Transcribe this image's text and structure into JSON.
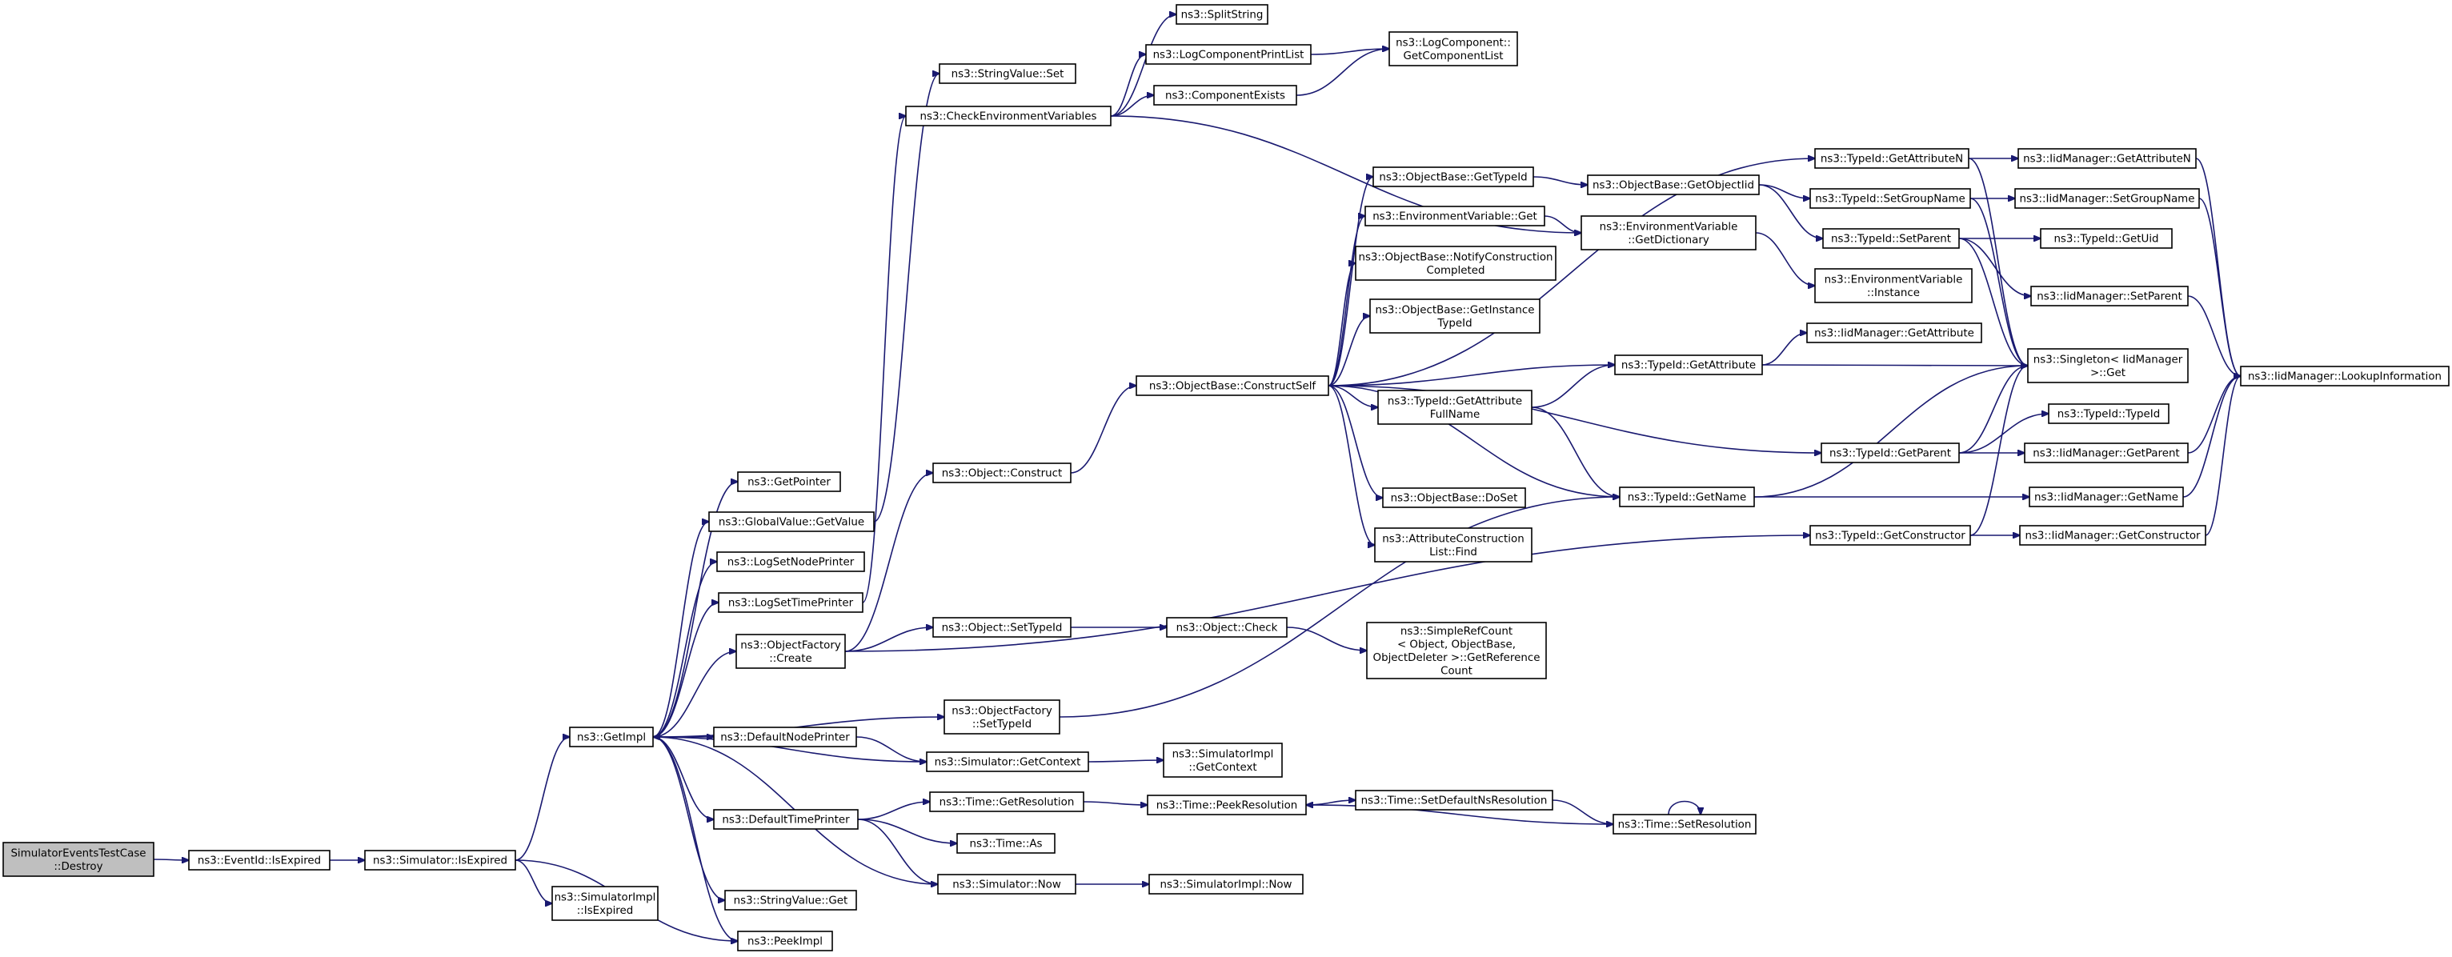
{
  "colors": {
    "edge": "#191970",
    "root_fill": "#bfbfbf",
    "node_fill": "#ffffff",
    "node_border": "#000000"
  },
  "nodes": [
    {
      "id": "root",
      "lines": [
        "SimulatorEventsTestCase",
        "::Destroy"
      ]
    },
    {
      "id": "eventid_isexpired",
      "lines": [
        "ns3::EventId::IsExpired"
      ]
    },
    {
      "id": "simulator_isexpired",
      "lines": [
        "ns3::Simulator::IsExpired"
      ]
    },
    {
      "id": "getimpl",
      "lines": [
        "ns3::GetImpl"
      ]
    },
    {
      "id": "simimpl_isexpired",
      "lines": [
        "ns3::SimulatorImpl",
        "::IsExpired"
      ]
    },
    {
      "id": "peekimpl",
      "lines": [
        "ns3::PeekImpl"
      ]
    },
    {
      "id": "getpointer",
      "lines": [
        "ns3::GetPointer"
      ]
    },
    {
      "id": "globalvalue_getvalue",
      "lines": [
        "ns3::GlobalValue::GetValue"
      ]
    },
    {
      "id": "logsetnodeprinter",
      "lines": [
        "ns3::LogSetNodePrinter"
      ]
    },
    {
      "id": "logsettimeprinter",
      "lines": [
        "ns3::LogSetTimePrinter"
      ]
    },
    {
      "id": "objectfactory_create",
      "lines": [
        "ns3::ObjectFactory",
        "::Create"
      ]
    },
    {
      "id": "defaultnodeprinter",
      "lines": [
        "ns3::DefaultNodePrinter"
      ]
    },
    {
      "id": "defaulttimeprinter",
      "lines": [
        "ns3::DefaultTimePrinter"
      ]
    },
    {
      "id": "stringvalue_get",
      "lines": [
        "ns3::StringValue::Get"
      ]
    },
    {
      "id": "stringvalue_set",
      "lines": [
        "ns3::StringValue::Set"
      ]
    },
    {
      "id": "checkenv",
      "lines": [
        "ns3::CheckEnvironmentVariables"
      ]
    },
    {
      "id": "object_construct",
      "lines": [
        "ns3::Object::Construct"
      ]
    },
    {
      "id": "object_settypeid",
      "lines": [
        "ns3::Object::SetTypeId"
      ]
    },
    {
      "id": "objectfactory_settypeid",
      "lines": [
        "ns3::ObjectFactory",
        "::SetTypeId"
      ]
    },
    {
      "id": "simulator_getcontext",
      "lines": [
        "ns3::Simulator::GetContext"
      ]
    },
    {
      "id": "time_getresolution",
      "lines": [
        "ns3::Time::GetResolution"
      ]
    },
    {
      "id": "time_as",
      "lines": [
        "ns3::Time::As"
      ]
    },
    {
      "id": "simulator_now",
      "lines": [
        "ns3::Simulator::Now"
      ]
    },
    {
      "id": "splitstring",
      "lines": [
        "ns3::SplitString"
      ]
    },
    {
      "id": "logcomponentprintlist",
      "lines": [
        "ns3::LogComponentPrintList"
      ]
    },
    {
      "id": "componentexists",
      "lines": [
        "ns3::ComponentExists"
      ]
    },
    {
      "id": "logcomponent_getlist",
      "lines": [
        "ns3::LogComponent::",
        "GetComponentList"
      ]
    },
    {
      "id": "objectbase_constructself",
      "lines": [
        "ns3::ObjectBase::ConstructSelf"
      ]
    },
    {
      "id": "object_check",
      "lines": [
        "ns3::Object::Check"
      ]
    },
    {
      "id": "simimpl_getcontext",
      "lines": [
        "ns3::SimulatorImpl",
        "::GetContext"
      ]
    },
    {
      "id": "time_peekresolution",
      "lines": [
        "ns3::Time::PeekResolution"
      ]
    },
    {
      "id": "simimpl_now",
      "lines": [
        "ns3::SimulatorImpl::Now"
      ]
    },
    {
      "id": "objectbase_gettypeid",
      "lines": [
        "ns3::ObjectBase::GetTypeId"
      ]
    },
    {
      "id": "envvar_get",
      "lines": [
        "ns3::EnvironmentVariable::Get"
      ]
    },
    {
      "id": "objectbase_notify",
      "lines": [
        "ns3::ObjectBase::NotifyConstruction",
        "Completed"
      ]
    },
    {
      "id": "objectbase_getinstance",
      "lines": [
        "ns3::ObjectBase::GetInstance",
        "TypeId"
      ]
    },
    {
      "id": "typeid_getattrfullname",
      "lines": [
        "ns3::TypeId::GetAttribute",
        "FullName"
      ]
    },
    {
      "id": "objectbase_doset",
      "lines": [
        "ns3::ObjectBase::DoSet"
      ]
    },
    {
      "id": "attrconstruction_find",
      "lines": [
        "ns3::AttributeConstruction",
        "List::Find"
      ]
    },
    {
      "id": "simplerefcount",
      "lines": [
        "ns3::SimpleRefCount",
        "< Object, ObjectBase,",
        "ObjectDeleter >::GetReference",
        "Count"
      ]
    },
    {
      "id": "time_setdefaultns",
      "lines": [
        "ns3::Time::SetDefaultNsResolution"
      ]
    },
    {
      "id": "objectbase_getobjectiid",
      "lines": [
        "ns3::ObjectBase::GetObjectIid"
      ]
    },
    {
      "id": "envvar_getdictionary",
      "lines": [
        "ns3::EnvironmentVariable",
        "::GetDictionary"
      ]
    },
    {
      "id": "typeid_getattribute",
      "lines": [
        "ns3::TypeId::GetAttribute"
      ]
    },
    {
      "id": "typeid_getname",
      "lines": [
        "ns3::TypeId::GetName"
      ]
    },
    {
      "id": "time_setresolution",
      "lines": [
        "ns3::Time::SetResolution"
      ]
    },
    {
      "id": "typeid_getattributen",
      "lines": [
        "ns3::TypeId::GetAttributeN"
      ]
    },
    {
      "id": "typeid_setgroupname",
      "lines": [
        "ns3::TypeId::SetGroupName"
      ]
    },
    {
      "id": "typeid_setparent",
      "lines": [
        "ns3::TypeId::SetParent"
      ]
    },
    {
      "id": "envvar_instance",
      "lines": [
        "ns3::EnvironmentVariable",
        "::Instance"
      ]
    },
    {
      "id": "iidmanager_getattribute",
      "lines": [
        "ns3::IidManager::GetAttribute"
      ]
    },
    {
      "id": "typeid_getparent",
      "lines": [
        "ns3::TypeId::GetParent"
      ]
    },
    {
      "id": "typeid_getconstructor",
      "lines": [
        "ns3::TypeId::GetConstructor"
      ]
    },
    {
      "id": "iidmanager_getattributen",
      "lines": [
        "ns3::IidManager::GetAttributeN"
      ]
    },
    {
      "id": "iidmanager_setgroupname",
      "lines": [
        "ns3::IidManager::SetGroupName"
      ]
    },
    {
      "id": "typeid_getuid",
      "lines": [
        "ns3::TypeId::GetUid"
      ]
    },
    {
      "id": "iidmanager_setparent",
      "lines": [
        "ns3::IidManager::SetParent"
      ]
    },
    {
      "id": "singleton_get",
      "lines": [
        "ns3::Singleton< IidManager",
        ">::Get"
      ]
    },
    {
      "id": "typeid_typeid",
      "lines": [
        "ns3::TypeId::TypeId"
      ]
    },
    {
      "id": "iidmanager_getparent",
      "lines": [
        "ns3::IidManager::GetParent"
      ]
    },
    {
      "id": "iidmanager_getname",
      "lines": [
        "ns3::IidManager::GetName"
      ]
    },
    {
      "id": "iidmanager_getconstructor",
      "lines": [
        "ns3::IidManager::GetConstructor"
      ]
    },
    {
      "id": "iidmanager_lookup",
      "lines": [
        "ns3::IidManager::LookupInformation"
      ]
    }
  ],
  "edges": [
    [
      "root",
      "eventid_isexpired"
    ],
    [
      "eventid_isexpired",
      "simulator_isexpired"
    ],
    [
      "simulator_isexpired",
      "getimpl"
    ],
    [
      "simulator_isexpired",
      "simimpl_isexpired"
    ],
    [
      "simulator_isexpired",
      "peekimpl"
    ],
    [
      "getimpl",
      "getpointer"
    ],
    [
      "getimpl",
      "globalvalue_getvalue"
    ],
    [
      "getimpl",
      "logsetnodeprinter"
    ],
    [
      "getimpl",
      "logsettimeprinter"
    ],
    [
      "getimpl",
      "objectfactory_create"
    ],
    [
      "getimpl",
      "objectfactory_settypeid"
    ],
    [
      "getimpl",
      "defaultnodeprinter"
    ],
    [
      "getimpl",
      "defaulttimeprinter"
    ],
    [
      "getimpl",
      "stringvalue_get"
    ],
    [
      "getimpl",
      "peekimpl"
    ],
    [
      "globalvalue_getvalue",
      "stringvalue_set"
    ],
    [
      "logsettimeprinter",
      "checkenv"
    ],
    [
      "objectfactory_create",
      "object_construct"
    ],
    [
      "objectfactory_create",
      "object_settypeid"
    ],
    [
      "objectfactory_create",
      "typeid_getconstructor"
    ],
    [
      "defaultnodeprinter",
      "simulator_getcontext"
    ],
    [
      "defaulttimeprinter",
      "time_getresolution"
    ],
    [
      "defaulttimeprinter",
      "time_as"
    ],
    [
      "defaulttimeprinter",
      "simulator_now"
    ],
    [
      "simulator_getcontext",
      "getimpl"
    ],
    [
      "simulator_getcontext",
      "simimpl_getcontext"
    ],
    [
      "simulator_now",
      "getimpl"
    ],
    [
      "simulator_now",
      "simimpl_now"
    ],
    [
      "checkenv",
      "splitstring"
    ],
    [
      "checkenv",
      "logcomponentprintlist"
    ],
    [
      "checkenv",
      "componentexists"
    ],
    [
      "checkenv",
      "envvar_getdictionary"
    ],
    [
      "logcomponentprintlist",
      "logcomponent_getlist"
    ],
    [
      "componentexists",
      "logcomponent_getlist"
    ],
    [
      "object_construct",
      "objectbase_constructself"
    ],
    [
      "object_settypeid",
      "object_check"
    ],
    [
      "object_check",
      "simplerefcount"
    ],
    [
      "objectfactory_settypeid",
      "typeid_getname"
    ],
    [
      "time_getresolution",
      "time_peekresolution"
    ],
    [
      "time_peekresolution",
      "time_setdefaultns"
    ],
    [
      "time_setdefaultns",
      "time_setresolution"
    ],
    [
      "time_setresolution",
      "time_peekresolution"
    ],
    [
      "time_setresolution",
      "time_setresolution"
    ],
    [
      "objectbase_constructself",
      "objectbase_gettypeid"
    ],
    [
      "objectbase_constructself",
      "envvar_get"
    ],
    [
      "objectbase_constructself",
      "objectbase_notify"
    ],
    [
      "objectbase_constructself",
      "objectbase_getinstance"
    ],
    [
      "objectbase_constructself",
      "typeid_getattrfullname"
    ],
    [
      "objectbase_constructself",
      "objectbase_doset"
    ],
    [
      "objectbase_constructself",
      "attrconstruction_find"
    ],
    [
      "objectbase_constructself",
      "typeid_getattribute"
    ],
    [
      "objectbase_constructself",
      "typeid_getname"
    ],
    [
      "objectbase_constructself",
      "typeid_getattributen"
    ],
    [
      "objectbase_constructself",
      "typeid_getparent"
    ],
    [
      "objectbase_gettypeid",
      "objectbase_getobjectiid"
    ],
    [
      "envvar_get",
      "envvar_getdictionary"
    ],
    [
      "typeid_getattrfullname",
      "typeid_getattribute"
    ],
    [
      "typeid_getattrfullname",
      "typeid_getname"
    ],
    [
      "objectbase_getobjectiid",
      "typeid_setgroupname"
    ],
    [
      "objectbase_getobjectiid",
      "typeid_setparent"
    ],
    [
      "envvar_getdictionary",
      "envvar_instance"
    ],
    [
      "typeid_getattribute",
      "iidmanager_getattribute"
    ],
    [
      "typeid_getattribute",
      "singleton_get"
    ],
    [
      "typeid_getname",
      "iidmanager_getname"
    ],
    [
      "typeid_getname",
      "singleton_get"
    ],
    [
      "typeid_getattributen",
      "iidmanager_getattributen"
    ],
    [
      "typeid_getattributen",
      "singleton_get"
    ],
    [
      "typeid_setgroupname",
      "iidmanager_setgroupname"
    ],
    [
      "typeid_setgroupname",
      "singleton_get"
    ],
    [
      "typeid_setparent",
      "typeid_getuid"
    ],
    [
      "typeid_setparent",
      "iidmanager_setparent"
    ],
    [
      "typeid_setparent",
      "singleton_get"
    ],
    [
      "typeid_getparent",
      "typeid_typeid"
    ],
    [
      "typeid_getparent",
      "iidmanager_getparent"
    ],
    [
      "typeid_getparent",
      "singleton_get"
    ],
    [
      "typeid_getconstructor",
      "iidmanager_getconstructor"
    ],
    [
      "typeid_getconstructor",
      "singleton_get"
    ],
    [
      "iidmanager_getattributen",
      "iidmanager_lookup"
    ],
    [
      "iidmanager_setgroupname",
      "iidmanager_lookup"
    ],
    [
      "iidmanager_setparent",
      "iidmanager_lookup"
    ],
    [
      "iidmanager_getparent",
      "iidmanager_lookup"
    ],
    [
      "iidmanager_getname",
      "iidmanager_lookup"
    ],
    [
      "iidmanager_getconstructor",
      "iidmanager_lookup"
    ]
  ]
}
